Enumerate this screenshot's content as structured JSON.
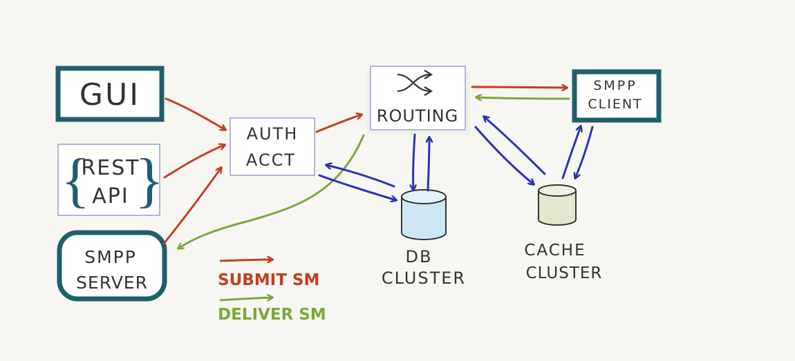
{
  "nodes": {
    "gui": {
      "label": "GUI"
    },
    "rest_api": {
      "line1": "REST",
      "line2": "API"
    },
    "smpp_server": {
      "line1": "SMPP",
      "line2": "SERVER"
    },
    "auth_acct": {
      "line1": "AUTH",
      "line2": "ACCT"
    },
    "routing": {
      "label": "ROUTING",
      "icon": "shuffle-icon"
    },
    "smpp_client": {
      "line1": "SMPP",
      "line2": "CLIENT"
    },
    "db_cluster": {
      "line1": "DB",
      "line2": "CLUSTER"
    },
    "cache_cluster": {
      "line1": "CACHE",
      "line2": "CLUSTER"
    }
  },
  "legend": {
    "submit_label": "SUBMIT SM",
    "deliver_label": "DELIVER SM"
  },
  "colors": {
    "box_teal": "#1f5f6b",
    "box_thin": "#8e8ed6",
    "submit_red": "#c1401f",
    "deliver_green": "#7da83a",
    "db_blue": "#2a33b3",
    "db_fill": "#cde7f2",
    "cache_fill": "#e2e8cf",
    "text": "#333333"
  }
}
